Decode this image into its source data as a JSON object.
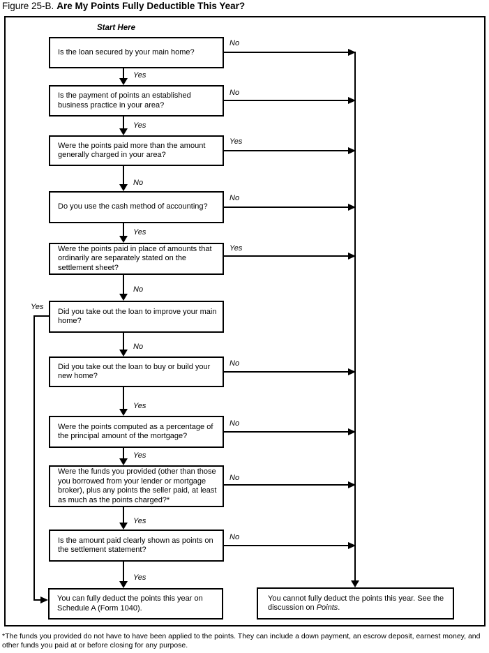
{
  "title": {
    "figure_label": "Figure 25-B.",
    "title_text": "Are My Points Fully Deductible This Year?"
  },
  "start_label": "Start Here",
  "questions": [
    {
      "text": "Is the loan secured by your main home?",
      "branch_label": "No",
      "flow_label": "Yes"
    },
    {
      "text": "Is the payment of points an established business practice in your area?",
      "branch_label": "No",
      "flow_label": "Yes"
    },
    {
      "text": "Were the points paid more than the amount generally charged in your area?",
      "branch_label": "Yes",
      "flow_label": "No"
    },
    {
      "text": "Do you use the cash method of accounting?",
      "branch_label": "No",
      "flow_label": "Yes"
    },
    {
      "text": "Were the points paid in place of amounts that ordinarily are separately stated on the settlement sheet?",
      "branch_label": "Yes",
      "flow_label": "No"
    },
    {
      "text": "Did you take out the loan to improve your main home?",
      "branch_label": "Yes",
      "flow_label": "No"
    },
    {
      "text": "Did you take out the loan to buy or build your new home?",
      "branch_label": "No",
      "flow_label": "Yes"
    },
    {
      "text": "Were the points computed as a percentage of the principal amount of the mortgage?",
      "branch_label": "No",
      "flow_label": "Yes"
    },
    {
      "text": "Were the funds you provided (other than those you borrowed from your lender or mortgage broker), plus any points the seller paid, at least as much as the points charged?*",
      "branch_label": "No",
      "flow_label": "Yes"
    },
    {
      "text": "Is the amount paid clearly shown as points on the settlement statement?",
      "branch_label": "No",
      "flow_label": "Yes"
    }
  ],
  "outcomes": {
    "deduct": "You can fully deduct the points this year on Schedule A (Form 1040).",
    "no_deduct_prefix": "You cannot fully deduct the points this year. See the discussion on ",
    "no_deduct_term": "Points",
    "no_deduct_suffix": "."
  },
  "footnote": "*The funds you provided do not have to have been applied to the points. They can include a down payment, an escrow deposit, earnest money, and other funds you paid at or before closing for any purpose."
}
